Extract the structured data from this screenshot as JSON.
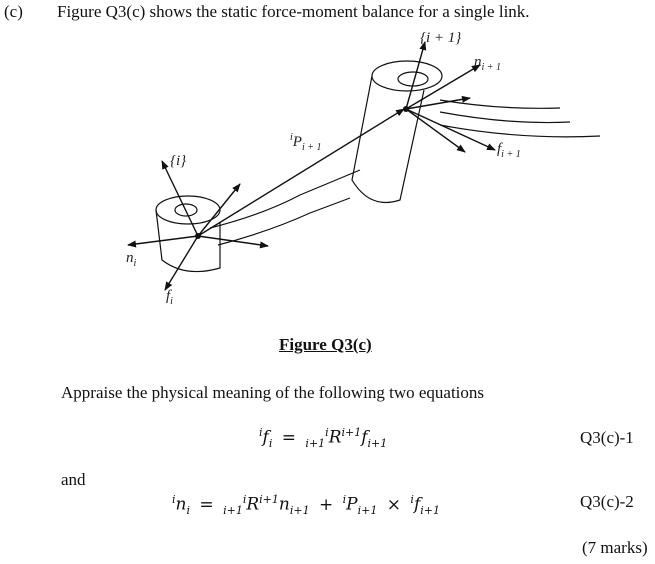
{
  "question": {
    "label": "(c)",
    "intro": "Figure Q3(c) shows the static force-moment balance for a single link."
  },
  "figure": {
    "caption": "Figure Q3(c)",
    "labels": {
      "frame_next": "{i + 1}",
      "frame_i": "{i}",
      "n_next": "n",
      "n_next_sub": "i + 1",
      "f_next": "f",
      "f_next_sub": "i + 1",
      "p_vec": "P",
      "p_vec_pre": "i",
      "p_vec_sub": "i + 1",
      "n_i": "n",
      "n_i_sub": "i",
      "f_i": "f",
      "f_i_sub": "i"
    }
  },
  "body": {
    "appraise": "Appraise the physical meaning of the following two equations",
    "and": "and",
    "eq1_tag": "Q3(c)-1",
    "eq2_tag": "Q3(c)-2",
    "marks": "(7 marks)"
  },
  "equations": {
    "eq1": {
      "lhs_pre": "i",
      "lhs": "f",
      "lhs_sub": "i",
      "eq": "=",
      "r_sub": "i+1",
      "r_sup": "i",
      "r": "R",
      "r_pre2": "i+1",
      "f": "f",
      "f_sub": "i+1"
    },
    "eq2": {
      "lhs_pre": "i",
      "lhs": "n",
      "lhs_sub": "i",
      "eq": "=",
      "r_sub": "i+1",
      "r_sup": "i",
      "r": "R",
      "r_sup2": "i+1",
      "n": "n",
      "n_sub": "i+1",
      "plus": "+",
      "p_pre": "i",
      "p": "P",
      "p_sub": "i+1",
      "times": "×",
      "f_pre": "i",
      "f": "f",
      "f_sub": "i+1"
    }
  }
}
